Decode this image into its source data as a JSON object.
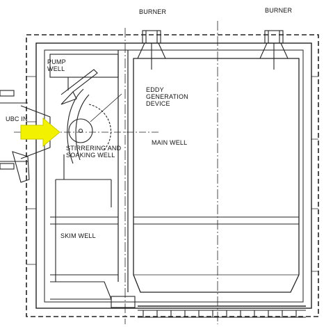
{
  "labels": {
    "burner_left": "BURNER",
    "burner_right": "BURNER",
    "pump_well_line1": "PUMP",
    "pump_well_line2": "WELL",
    "eddy_line1": "EDDY",
    "eddy_line2": "GENERATION",
    "eddy_line3": "DEVICE",
    "ubc_in": "UBC IN",
    "main_well": "MAIN WELL",
    "stirring_line1": "STIRRERING AND",
    "stirring_line2": "SOAKING WELL",
    "skim_well": "SKIM WELL"
  },
  "colors": {
    "line": "#222222",
    "arrow_fill": "#f2f200",
    "arrow_stroke": "#c9c900"
  }
}
